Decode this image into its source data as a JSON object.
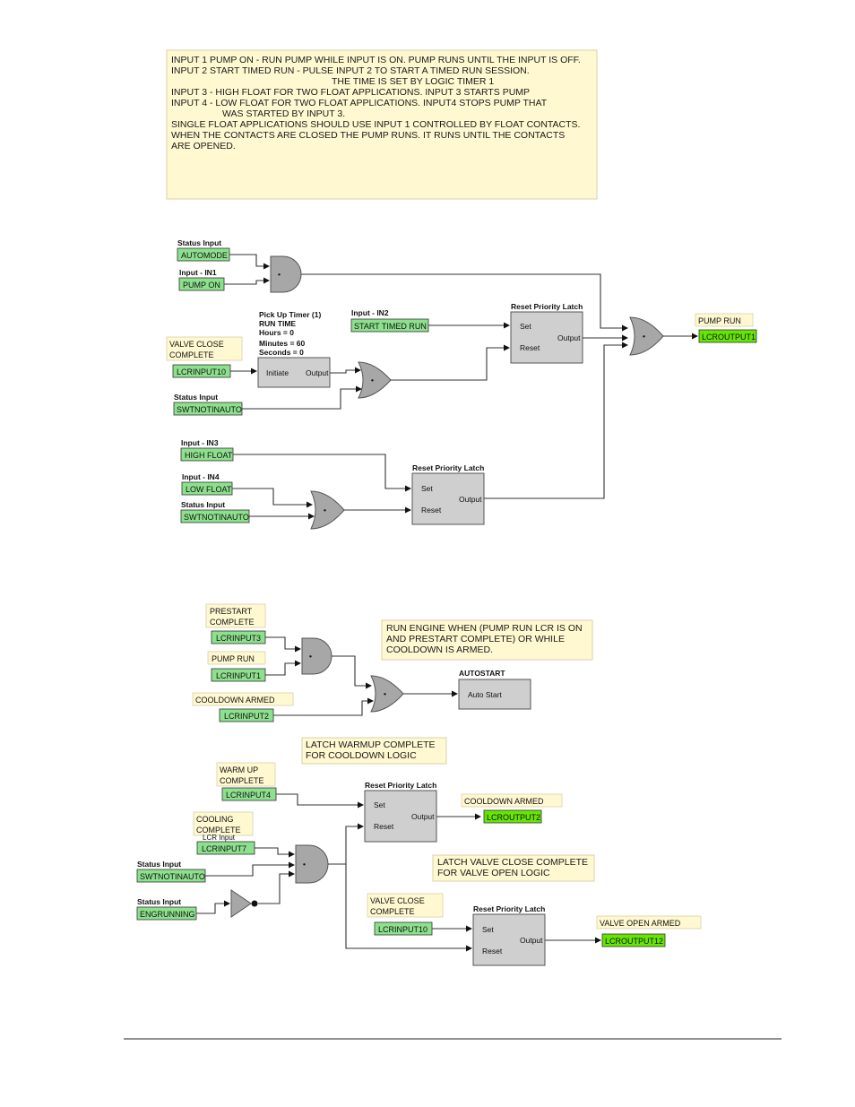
{
  "top_note": [
    "INPUT 1 PUMP ON - RUN PUMP WHILE INPUT IS ON.  PUMP RUNS UNTIL THE INPUT IS OFF.",
    "",
    "INPUT 2 START TIMED RUN - PULSE INPUT 2  TO START A TIMED RUN SESSION.",
    "                                          THE TIME IS SET BY LOGIC TIMER 1",
    "",
    "INPUT 3 - HIGH FLOAT FOR TWO FLOAT APPLICATIONS.  INPUT 3 STARTS PUMP",
    "",
    "INPUT 4 - LOW FLOAT FOR TWO FLOAT APPLICATIONS.  INPUT4 STOPS PUMP THAT",
    "                WAS STARTED BY INPUT 3.",
    "",
    "SINGLE FLOAT APPLICATIONS SHOULD USE INPUT 1 CONTROLLED BY FLOAT CONTACTS.",
    "WHEN THE CONTACTS ARE CLOSED THE PUMP RUNS.  IT RUNS UNTIL THE CONTACTS",
    "ARE OPENED."
  ],
  "labels": {
    "status_input": "Status Input",
    "input_in1": "Input - IN1",
    "input_in2": "Input - IN2",
    "input_in3": "Input - IN3",
    "input_in4": "Input - IN4",
    "reset_priority_latch": "Reset Priority Latch",
    "set": "Set",
    "reset": "Reset",
    "output": "Output",
    "initiate": "Initiate",
    "auto_start": "Auto Start",
    "autostart_title": "AUTOSTART",
    "gate_symbol": "•",
    "lcr_input_partial": "LCR Input"
  },
  "timer": {
    "title": "Pick Up Timer (1)",
    "name": "RUN TIME",
    "hours": "Hours = 0",
    "minutes": "Minutes = 60",
    "seconds": "Seconds = 0"
  },
  "tags": {
    "automode": "AUTOMODE",
    "pump_on": "PUMP ON",
    "start_timed_run": "START TIMED RUN",
    "lcrinput10": "LCRINPUT10",
    "swtnotinauto": "SWTNOTINAUTO",
    "high_float": "HIGH FLOAT",
    "low_float": "LOW FLOAT",
    "lcroutput1": "LCROUTPUT1",
    "lcrinput3": "LCRINPUT3",
    "lcrinput1": "LCRINPUT1",
    "lcrinput2": "LCRINPUT2",
    "lcrinput4": "LCRINPUT4",
    "lcrinput7": "LCRINPUT7",
    "engrunning": "ENGRUNNING",
    "lcroutput2": "LCROUTPUT2",
    "lcroutput12": "LCROUTPUT12"
  },
  "captions": {
    "valve_close_complete_1": "VALVE CLOSE",
    "valve_close_complete_2": "COMPLETE",
    "pump_run": "PUMP RUN",
    "prestart_1": "PRESTART",
    "prestart_2": "COMPLETE",
    "cooldown_armed": "COOLDOWN ARMED",
    "warm_up_1": "WARM UP",
    "warm_up_2": "COMPLETE",
    "cooling_1": "COOLING",
    "cooling_2": "COMPLETE",
    "valve_open_armed": "VALVE OPEN ARMED"
  },
  "notes": {
    "run_engine": [
      "RUN ENGINE WHEN (PUMP RUN LCR IS ON",
      "AND PRESTART COMPLETE) OR WHILE",
      "COOLDOWN IS ARMED."
    ],
    "latch_warmup": [
      "LATCH WARMUP COMPLETE",
      "FOR COOLDOWN LOGIC"
    ],
    "latch_valve": [
      "LATCH VALVE CLOSE COMPLETE",
      "FOR VALVE OPEN LOGIC"
    ]
  },
  "colors": {
    "input_tag": "#8de08d",
    "output_tag": "#66e600",
    "note_bg": "#fff8d0",
    "block_fill": "#cfcfcf",
    "gate_fill": "#a7a7a7"
  }
}
